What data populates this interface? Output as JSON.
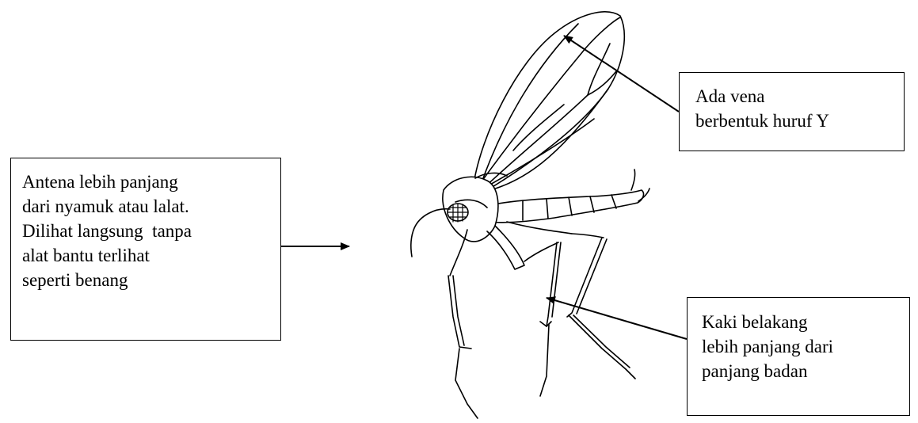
{
  "callouts": {
    "antenna": {
      "lines": [
        "Antena lebih panjang",
        "dari nyamuk atau lalat.",
        "Dilihat langsung  tanpa",
        "alat bantu terlihat",
        "seperti benang"
      ]
    },
    "vein": {
      "lines": [
        "Ada vena",
        "berbentuk huruf Y"
      ]
    },
    "legs": {
      "lines": [
        "Kaki belakang",
        "lebih panjang dari",
        "panjang badan"
      ]
    }
  }
}
